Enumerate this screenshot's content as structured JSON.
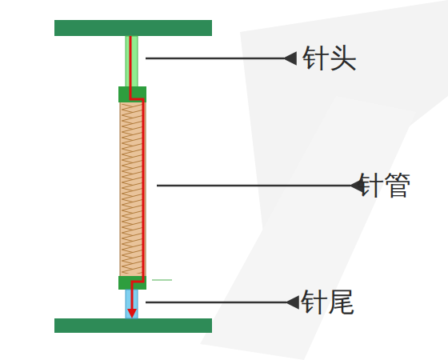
{
  "diagram": {
    "labels": [
      "针头",
      "针管",
      "针尾"
    ]
  }
}
